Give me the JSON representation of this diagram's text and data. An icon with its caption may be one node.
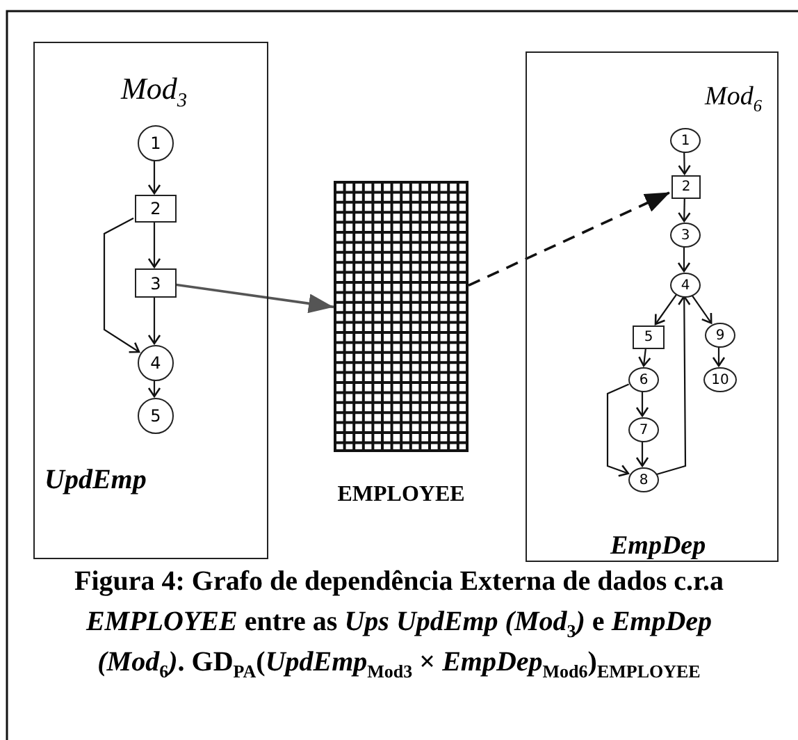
{
  "diagram": {
    "caption": "Figura 4: Grafo de dependência Externa de dados c.r.a *EMPLOYEE* entre as *Ups* *UpdEmp (Mod*$_{3}$*)* e *EmpDep (Mod*$_{6}$*)*. GD$_{PA}$(*UpdEmp*$_{Mod3}$ × *EmpDep*$_{Mod6}$)$_{EMPLOYEE}$",
    "nodes": [
      {
        "text": [
          "Mod$_{3}$",
          "UpdEmp"
        ]
      },
      {
        "text": [
          "1"
        ],
        "in": 0
      },
      {
        "text": [
          "2"
        ],
        "in": 0
      },
      {
        "text": [
          "3"
        ],
        "in": 0
      },
      {
        "text": [
          "4"
        ],
        "in": 0
      },
      {
        "text": [
          "5"
        ],
        "in": 0
      },
      {
        "text": [
          "EMPLOYEE"
        ]
      },
      {
        "text": [
          "Mod$_{6}$",
          "EmpDep"
        ]
      },
      {
        "text": [
          "1"
        ],
        "in": 7
      },
      {
        "text": [
          "2"
        ],
        "in": 7
      },
      {
        "text": [
          "3"
        ],
        "in": 7
      },
      {
        "text": [
          "4"
        ],
        "in": 7
      },
      {
        "text": [
          "5"
        ],
        "in": 7
      },
      {
        "text": [
          "6"
        ],
        "in": 7
      },
      {
        "text": [
          "7"
        ],
        "in": 7
      },
      {
        "text": [
          "8"
        ],
        "in": 7
      },
      {
        "text": [
          "9"
        ],
        "in": 7
      },
      {
        "text": [
          "10"
        ],
        "in": 7
      }
    ],
    "edges": [
      {
        "from": 1,
        "to": 2,
        "arrow": "to"
      },
      {
        "from": 2,
        "to": 3,
        "arrow": "to"
      },
      {
        "from": 3,
        "to": 4,
        "arrow": "to"
      },
      {
        "from": 2,
        "to": 4,
        "arrow": "to"
      },
      {
        "from": 4,
        "to": 5,
        "arrow": "to"
      },
      {
        "from": 3,
        "to": 6,
        "arrow": "to",
        "color": "#555555"
      },
      {
        "from": 6,
        "to": 9,
        "arrow": "to",
        "style": "dashed"
      },
      {
        "from": 8,
        "to": 9,
        "arrow": "to"
      },
      {
        "from": 9,
        "to": 10,
        "arrow": "to"
      },
      {
        "from": 10,
        "to": 11,
        "arrow": "to"
      },
      {
        "from": 11,
        "to": 12,
        "arrow": "to"
      },
      {
        "from": 11,
        "to": 16,
        "arrow": "to"
      },
      {
        "from": 12,
        "to": 13,
        "arrow": "to"
      },
      {
        "from": 13,
        "to": 14,
        "arrow": "to"
      },
      {
        "from": 14,
        "to": 15,
        "arrow": "to"
      },
      {
        "from": 13,
        "to": 15,
        "arrow": "to"
      },
      {
        "from": 15,
        "to": 11,
        "arrow": "to"
      },
      {
        "from": 16,
        "to": 17,
        "arrow": "to"
      }
    ]
  }
}
